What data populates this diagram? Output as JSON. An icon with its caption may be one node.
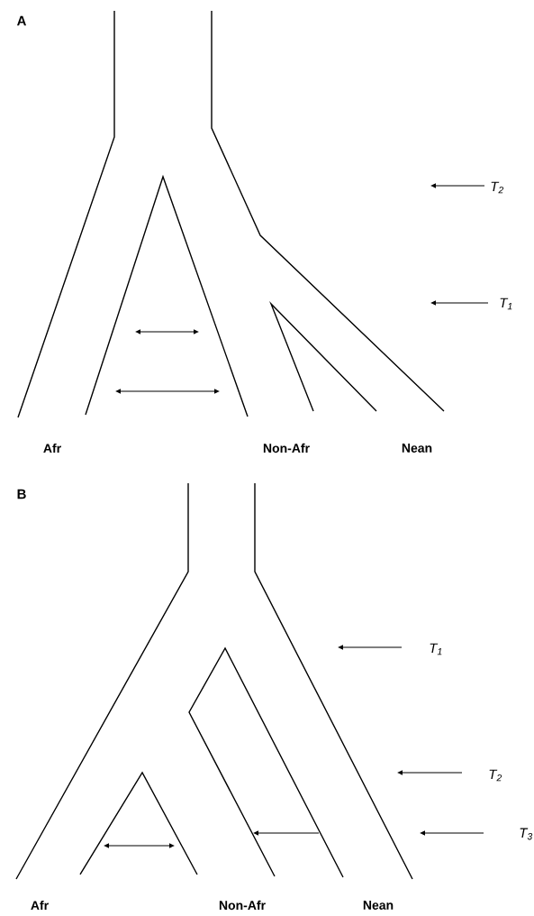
{
  "diagram": {
    "labels": [
      "A",
      "T$_{2}$",
      "T$_{1}$",
      "Afr",
      "Non-Afr",
      "Nean",
      "B",
      "T$_{1}$",
      "T$_{2}$",
      "T$_{3}$",
      "Afr",
      "Non-Afr",
      "Nean"
    ]
  }
}
